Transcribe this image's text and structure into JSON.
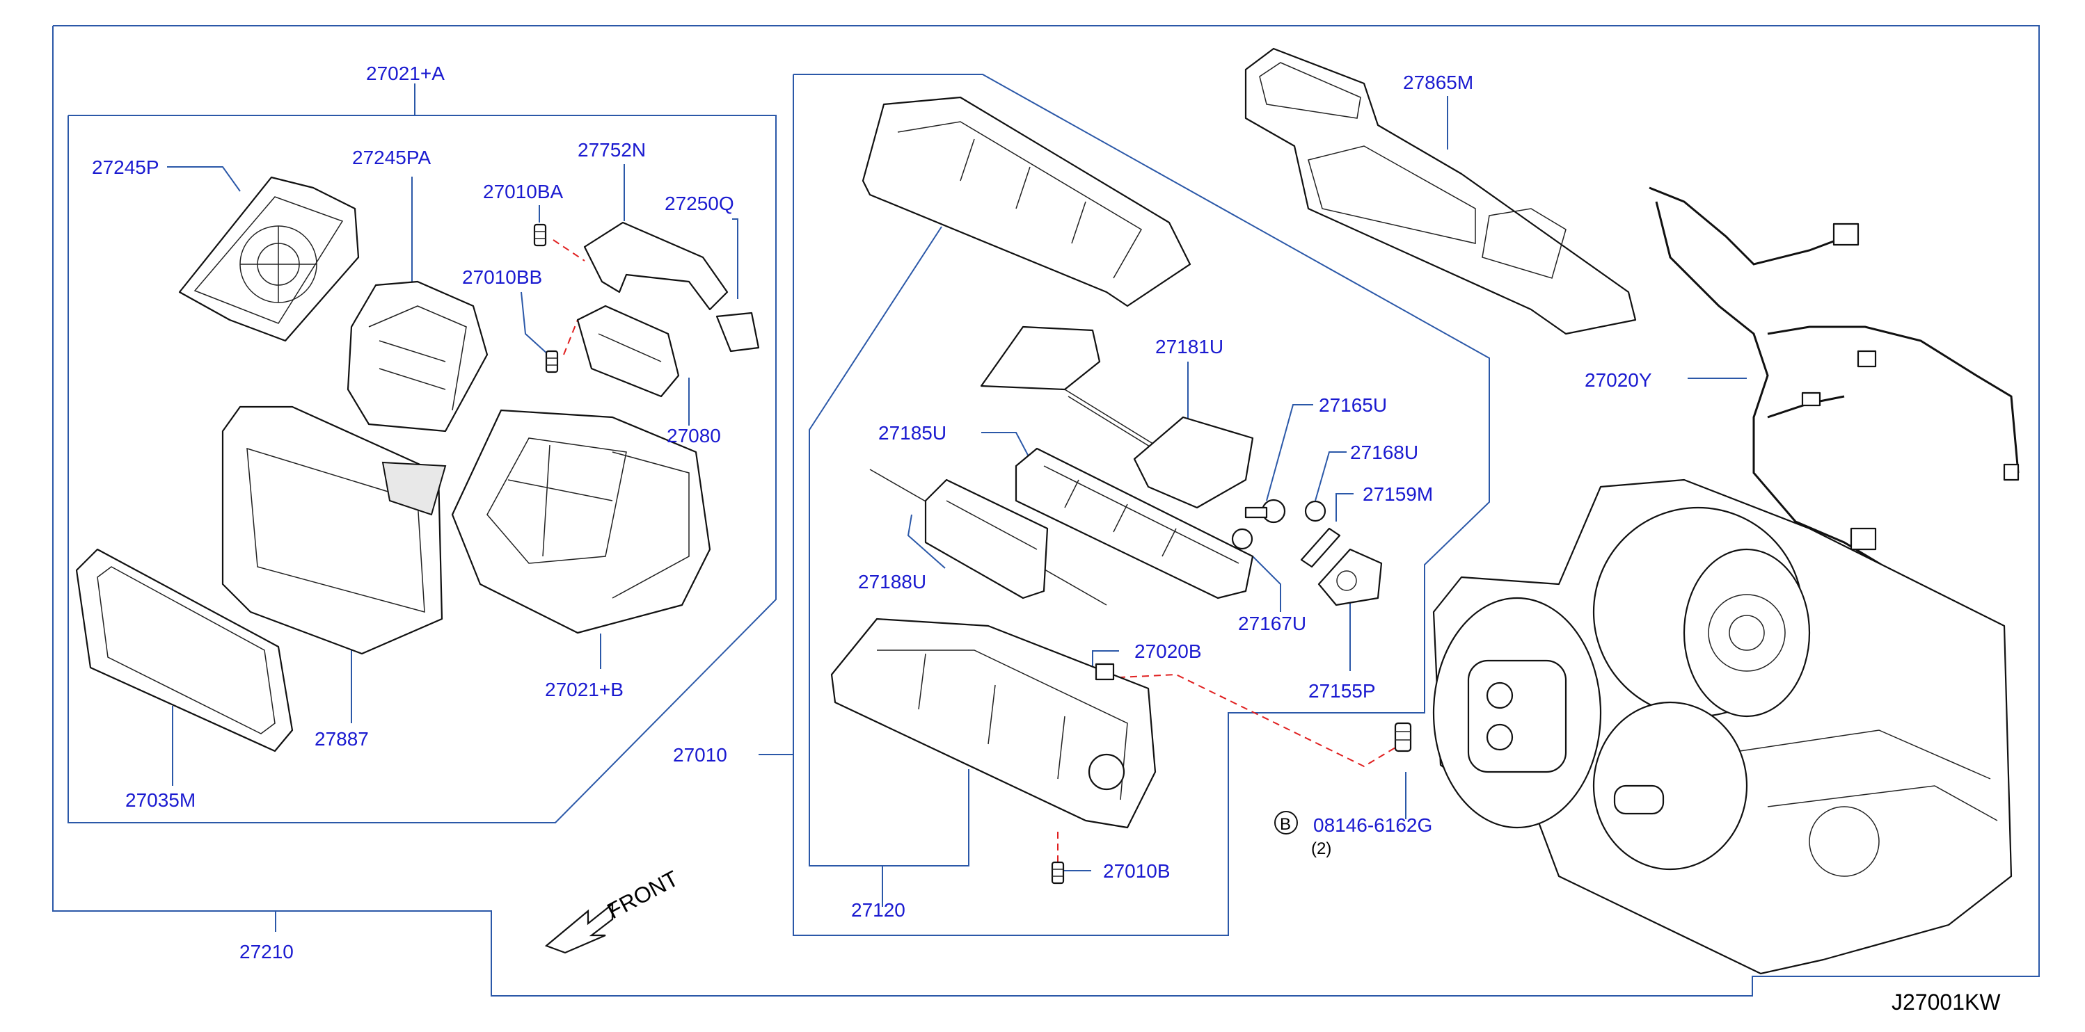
{
  "diagram_code": "J27001KW",
  "front_label": "FRONT",
  "labels": {
    "p27021A": "27021+A",
    "p27245P": "27245P",
    "p27245PA": "27245PA",
    "p27010BA": "27010BA",
    "p27752N": "27752N",
    "p27250Q": "27250Q",
    "p27010BB": "27010BB",
    "p27080": "27080",
    "p27021B": "27021+B",
    "p27887": "27887",
    "p27035M": "27035M",
    "p27010": "27010",
    "p27210": "27210",
    "p27865M": "27865M",
    "p27181U": "27181U",
    "p27185U": "27185U",
    "p27165U": "27165U",
    "p27168U": "27168U",
    "p27159M": "27159M",
    "p27188U": "27188U",
    "p27167U": "27167U",
    "p27020B": "27020B",
    "p27155P": "27155P",
    "p27120": "27120",
    "p27010B": "27010B",
    "p27020Y": "27020Y",
    "bolt_marker": "B",
    "bolt_part": "08146-6162G",
    "bolt_qty": "(2)"
  },
  "colors": {
    "part_number_text": "#1a1ad0",
    "frame_lines": "#2b58a8",
    "fastener_dash": "#e02020",
    "drawing_lines": "#111111"
  }
}
